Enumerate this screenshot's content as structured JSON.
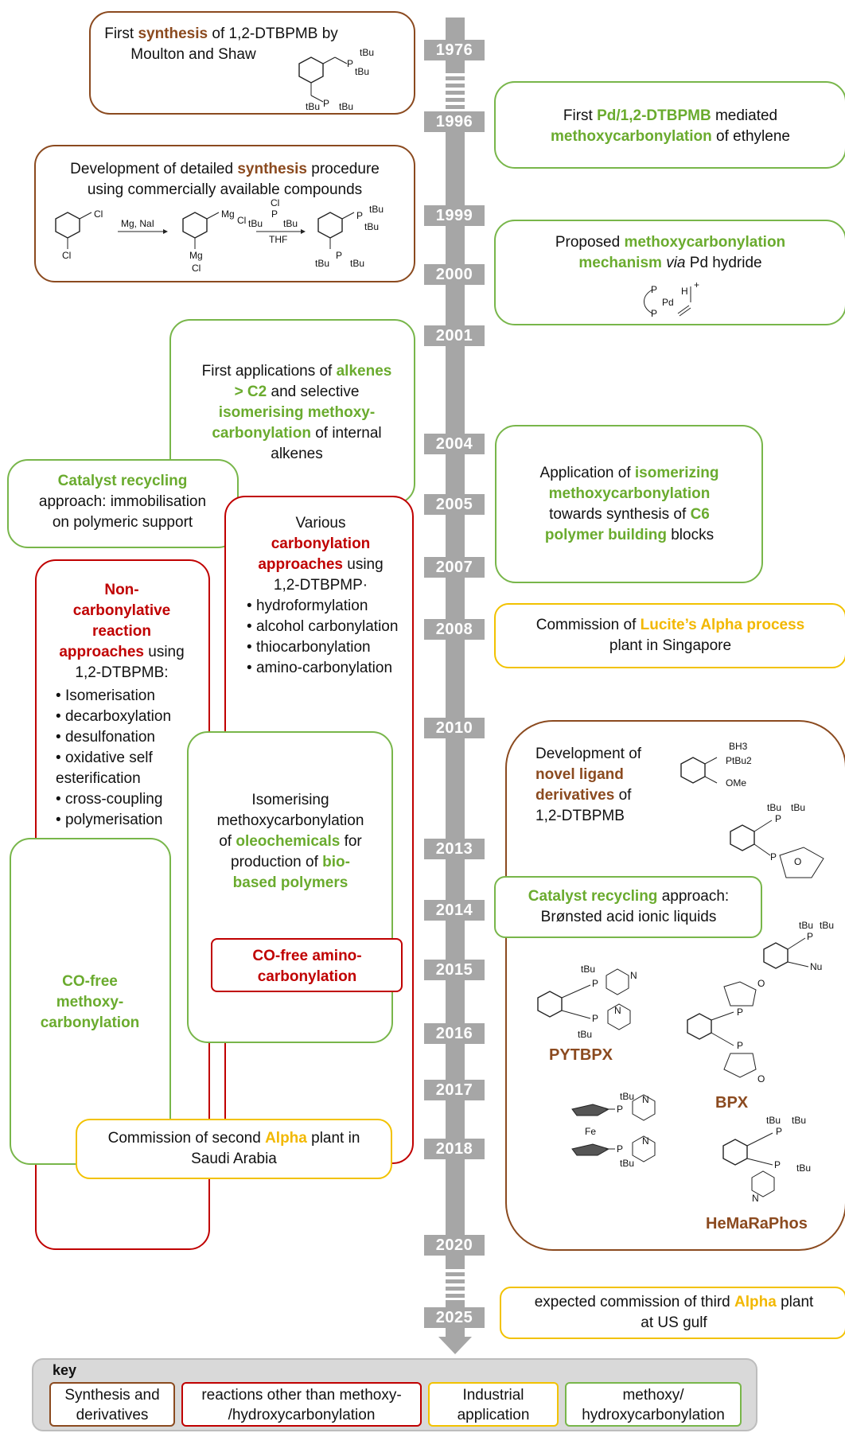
{
  "years": [
    "1976",
    "1996",
    "1999",
    "2000",
    "2001",
    "2004",
    "2005",
    "2007",
    "2008",
    "2010",
    "2013",
    "2014",
    "2015",
    "2016",
    "2017",
    "2018",
    "2020",
    "2025"
  ],
  "boxes": {
    "first_synthesis": {
      "pre": "First ",
      "hl": "synthesis",
      "post1": " of 1,2-DTBPMB by",
      "line2": "Moulton and Shaw"
    },
    "first_pd": {
      "pre": "First ",
      "hl1": "Pd/1,2-DTBPMB",
      "mid": " mediated",
      "hl2": "methoxycarbonylation",
      "post": " of ethylene"
    },
    "detailed_synthesis": {
      "line1_pre": "Development of detailed ",
      "line1_hl": "synthesis",
      "line1_post": " procedure",
      "line2": "using commercially available compounds"
    },
    "mechanism": {
      "pre": "Proposed ",
      "hl1": "methoxycarbonylation",
      "hl2": "mechanism",
      "via": "via",
      "post": " Pd hydride"
    },
    "alkenes": {
      "l1_pre": "First applications of ",
      "l1_hl": "alkenes",
      "l2_hl": "> C2",
      "l2_post": " and selective",
      "l3_hl": "isomerising methoxy-",
      "l4_hl": "carbonylation",
      "l4_post": " of internal",
      "l5": "alkenes"
    },
    "catalyst_recycling_1": {
      "hl": "Catalyst recycling",
      "l2": "approach: immobilisation",
      "l3": "on polymeric support"
    },
    "isomerizing_c6": {
      "l1_pre": "Application of ",
      "l1_hl": "isomerizing",
      "l2_hl": "methoxycarbonylation",
      "l3_pre": "towards synthesis of ",
      "l3_hl": "C6",
      "l4_hl": "polymer building",
      "l4_post": " blocks"
    },
    "various": {
      "l1": "Various",
      "l2_hl": "carbonylation",
      "l3_hl": "approaches",
      "l3_post": " using",
      "l4": "1,2-DTBPMP·",
      "items": [
        "hydroformylation",
        "alcohol carbonylation",
        "thiocarbonylation",
        "amino-carbonylation"
      ]
    },
    "lucite": {
      "pre": "Commission of ",
      "hl": "Lucite’s Alpha process",
      "l2": "plant  in Singapore"
    },
    "non_carbonylative": {
      "hl1": "Non-",
      "hl2": "carbonylative",
      "hl3": "reaction",
      "hl4": "approaches",
      "post": " using",
      "l6": "1,2-DTBPMB:",
      "items": [
        "Isomerisation",
        "decarboxylation",
        "desulfonation",
        "oxidative self esterification",
        "cross-coupling",
        "polymerisation"
      ]
    },
    "novel_ligand": {
      "l1": "Development of",
      "hl1": "novel ligand",
      "hl2": "derivatives",
      "post2": " of",
      "l4": "1,2-DTBPMB"
    },
    "oleochemicals": {
      "l1": "Isomerising",
      "l2": "methoxycarbonylation",
      "l3_pre": "of ",
      "l3_hl": "oleochemicals",
      "l3_post": " for",
      "l4_pre": "production of ",
      "l4_hl": "bio-",
      "l5_hl": "based polymers"
    },
    "catalyst_recycling_2": {
      "hl": "Catalyst recycling",
      "post": " approach:",
      "l2": "Brønsted acid ionic liquids"
    },
    "co_free_amino": {
      "l1": "CO-free amino-",
      "l2": "carbonylation"
    },
    "co_free_methoxy": {
      "l1": "CO-free",
      "l2": "methoxy-",
      "l3": "carbonylation"
    },
    "second_alpha": {
      "pre": "Commission of second ",
      "hl": "Alpha",
      "post": " plant in",
      "l2": "Saudi Arabia"
    },
    "third_alpha": {
      "pre": "expected commission of third ",
      "hl": "Alpha",
      "post": " plant",
      "l2": "at US gulf"
    }
  },
  "chem_labels": {
    "tbu": "tBu",
    "p": "P",
    "cl": "Cl",
    "mg": "Mg",
    "fe": "Fe",
    "n": "N",
    "o": "O",
    "nu": "Nu",
    "reagent1": "Mg, NaI",
    "reagent2": "THF",
    "bh3": "BH3",
    "ptbu2": "PtBu2",
    "ome": "OMe",
    "pd": "Pd",
    "h": "H",
    "plus": "+"
  },
  "ligand_names": [
    "PYTBPX",
    "BPX",
    "HeMaRaPhos"
  ],
  "key": {
    "title": "key",
    "items": [
      {
        "l1": "Synthesis and",
        "l2": "derivatives",
        "color": "#8b4a1f"
      },
      {
        "l1": "reactions other than methoxy-",
        "l2": "/hydroxycarbonylation",
        "color": "#c00000"
      },
      {
        "l1": "Industrial",
        "l2": "application",
        "color": "#f2c200"
      },
      {
        "l1": "methoxy/",
        "l2": "hydroxycarbonylation",
        "color": "#78b64a"
      }
    ]
  },
  "colors": {
    "brown": "#8b4a1f",
    "green": "#78b64a",
    "red": "#c00000",
    "yellow": "#f2c200",
    "axis": "#a6a6a6"
  }
}
